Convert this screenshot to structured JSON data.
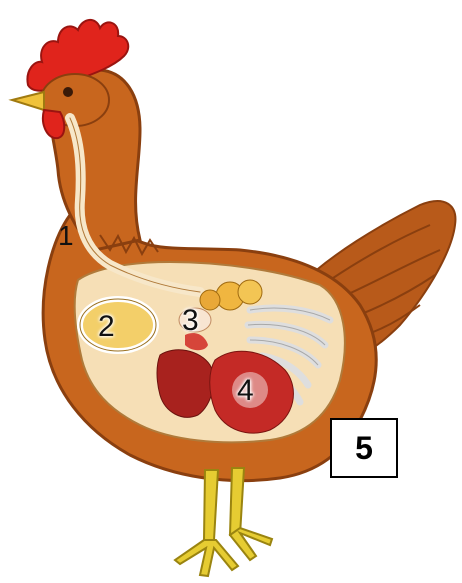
{
  "diagram": {
    "labels": [
      "1",
      "2",
      "3",
      "4"
    ],
    "box_label": "5"
  },
  "colors": {
    "comb": "#e0241c",
    "plumage": "#c8661e",
    "plumage_dark": "#9a4710",
    "tail": "#b85a1a",
    "cavity": "#f6dfb6",
    "esophagus": "#f7e7c9",
    "crop": "#f3cf69",
    "organ_red": "#c42a26",
    "intestine": "#dedede",
    "legs": "#e6cc32",
    "beak": "#f0c23a"
  },
  "icons": [
    "chicken-illustration"
  ]
}
